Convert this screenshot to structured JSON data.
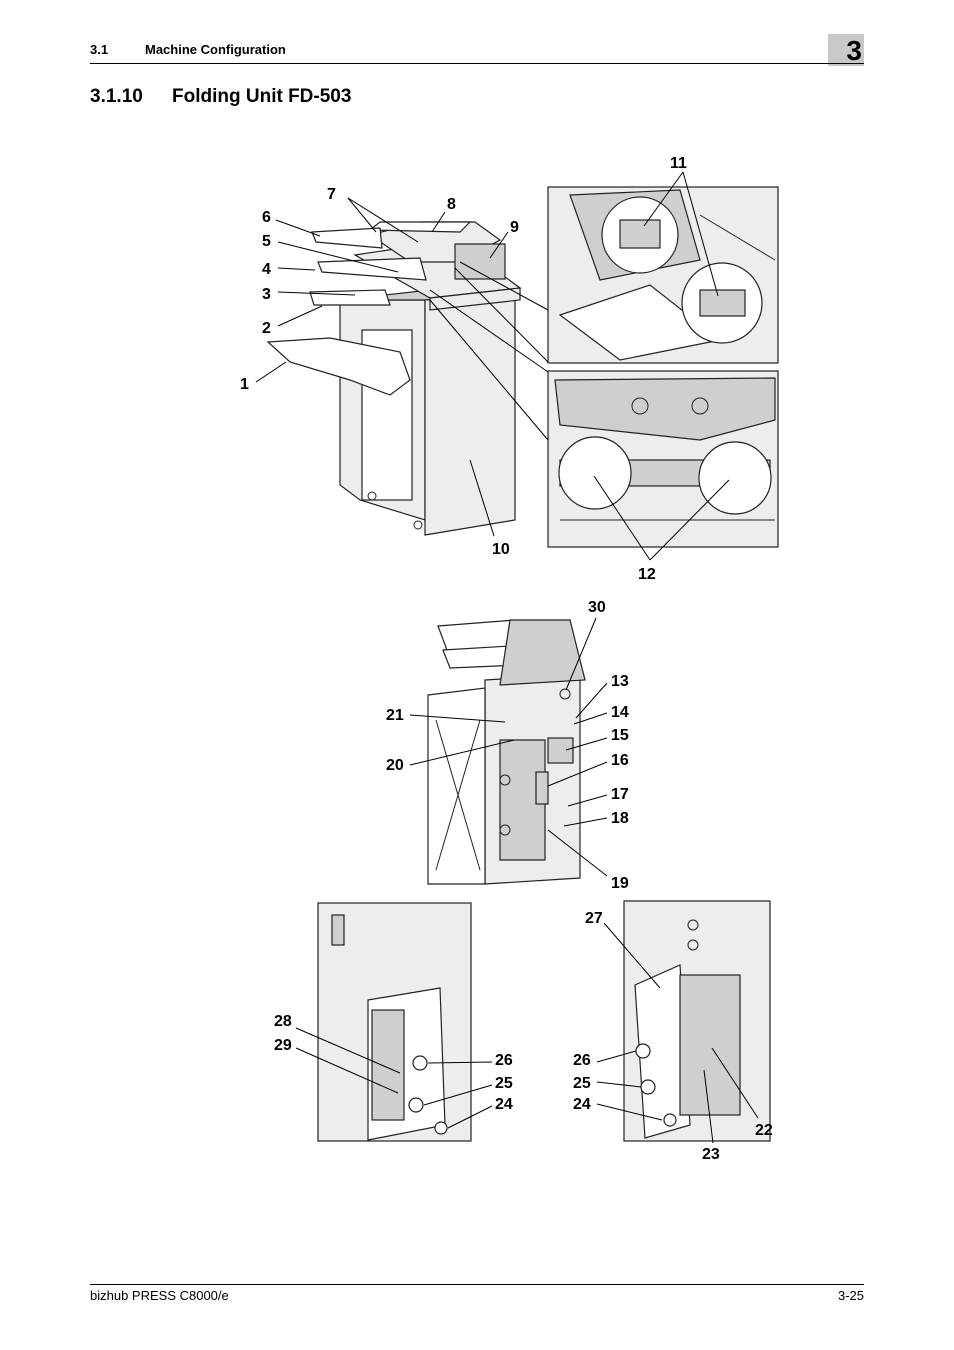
{
  "header": {
    "section_number": "3.1",
    "section_title": "Machine Configuration",
    "chapter": "3"
  },
  "section": {
    "number": "3.1.10",
    "title": "Folding Unit FD-503"
  },
  "figure": {
    "callouts": [
      "1",
      "2",
      "3",
      "4",
      "5",
      "6",
      "7",
      "8",
      "9",
      "10",
      "11",
      "12",
      "13",
      "14",
      "15",
      "16",
      "17",
      "18",
      "19",
      "20",
      "21",
      "30",
      "28",
      "29",
      "26",
      "25",
      "24",
      "27",
      "26",
      "25",
      "24",
      "22",
      "23"
    ]
  },
  "footer": {
    "product": "bizhub PRESS C8000/e",
    "page": "3-25"
  }
}
